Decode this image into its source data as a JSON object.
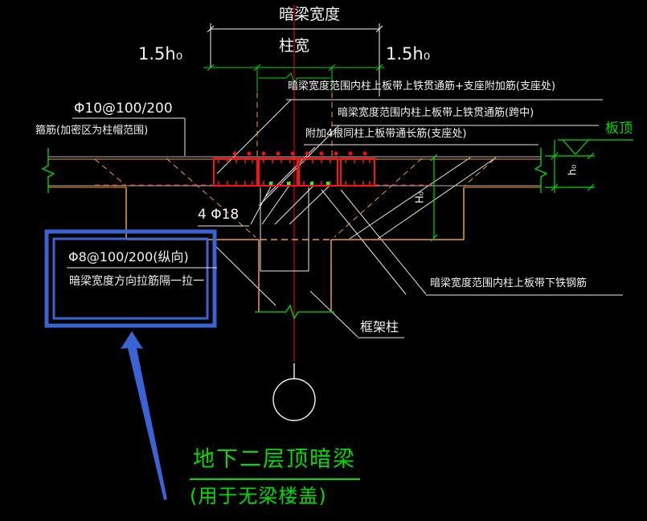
{
  "colors": {
    "background": "#000000",
    "line_white": "#f2f2f2",
    "line_gray": "#b4b4b4",
    "line_orange": "#f0a030",
    "line_green": "#00dc00",
    "line_red": "#ff1010",
    "centerline_red": "#b40000",
    "highlight_blue": "#3c63d4"
  },
  "dimensions": {
    "beam_width_label": "暗梁宽度",
    "column_width_label": "柱宽",
    "offset_left": "1.5h₀",
    "offset_right": "1.5h₀",
    "overall_depth": "H₀",
    "effective_depth": "h₀"
  },
  "notes": {
    "top": [
      "暗梁宽度范围内柱上板带上铁贯通筋+支座附加筋(支座处)",
      "暗梁宽度范围内柱上板带上铁贯通筋(跨中)",
      "附加4根同柱上板带通长筋(支座处)"
    ],
    "stirrup_spec": "Φ10@100/200",
    "stirrup_note": "箍筋(加密区为柱帽范围)",
    "bottom_bars": "4 Φ18",
    "bottom_rebar_note": "暗梁宽度范围内柱上板带下铁钢筋",
    "frame_column": "框架柱",
    "slab_top": "板顶"
  },
  "highlight": {
    "tie_bar_spec": "Φ8@100/200(纵向)",
    "tie_bar_note": "暗梁宽度方向拉筋隔一拉一"
  },
  "title": {
    "main": "地下二层顶暗梁",
    "sub": "(用于无梁楼盖)"
  }
}
